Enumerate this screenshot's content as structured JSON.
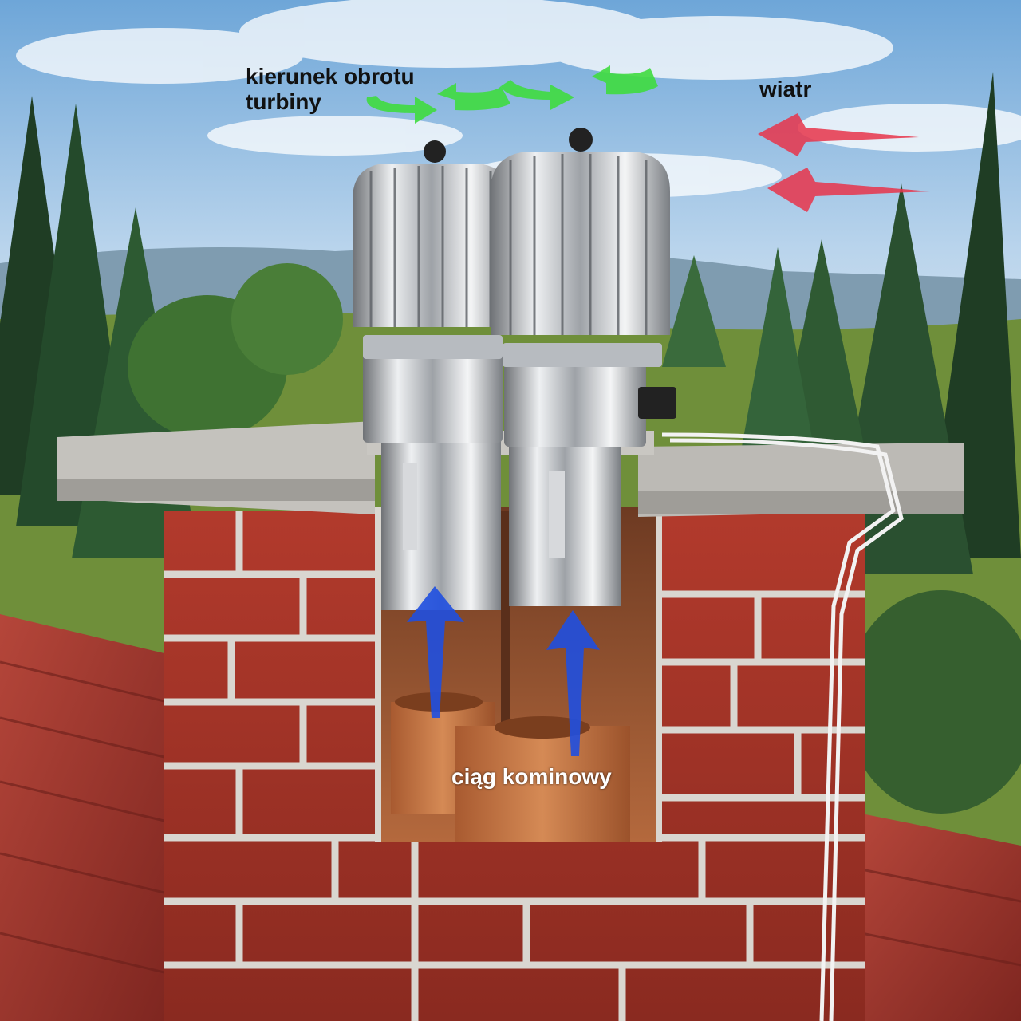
{
  "labels": {
    "turbine_rotation_line1": "kierunek obrotu",
    "turbine_rotation_line2": "turbiny",
    "wind": "wiatr",
    "chimney_draft": "ciąg kominowy"
  },
  "colors": {
    "rotation_arrow": "#3fdc3f",
    "wind_arrow": "#e8344a",
    "draft_arrow": "#1f4fe0",
    "brick": "#9c2f24",
    "mortar": "#d9d6d0",
    "concrete": "#b9b7b2",
    "steel": "#c9ccd0",
    "roof": "#a4372c",
    "liner": "#c2703e"
  },
  "icons": {
    "rotation": "curved-arrow-icon",
    "wind": "wind-arrow-icon",
    "draft": "up-arrow-icon"
  }
}
